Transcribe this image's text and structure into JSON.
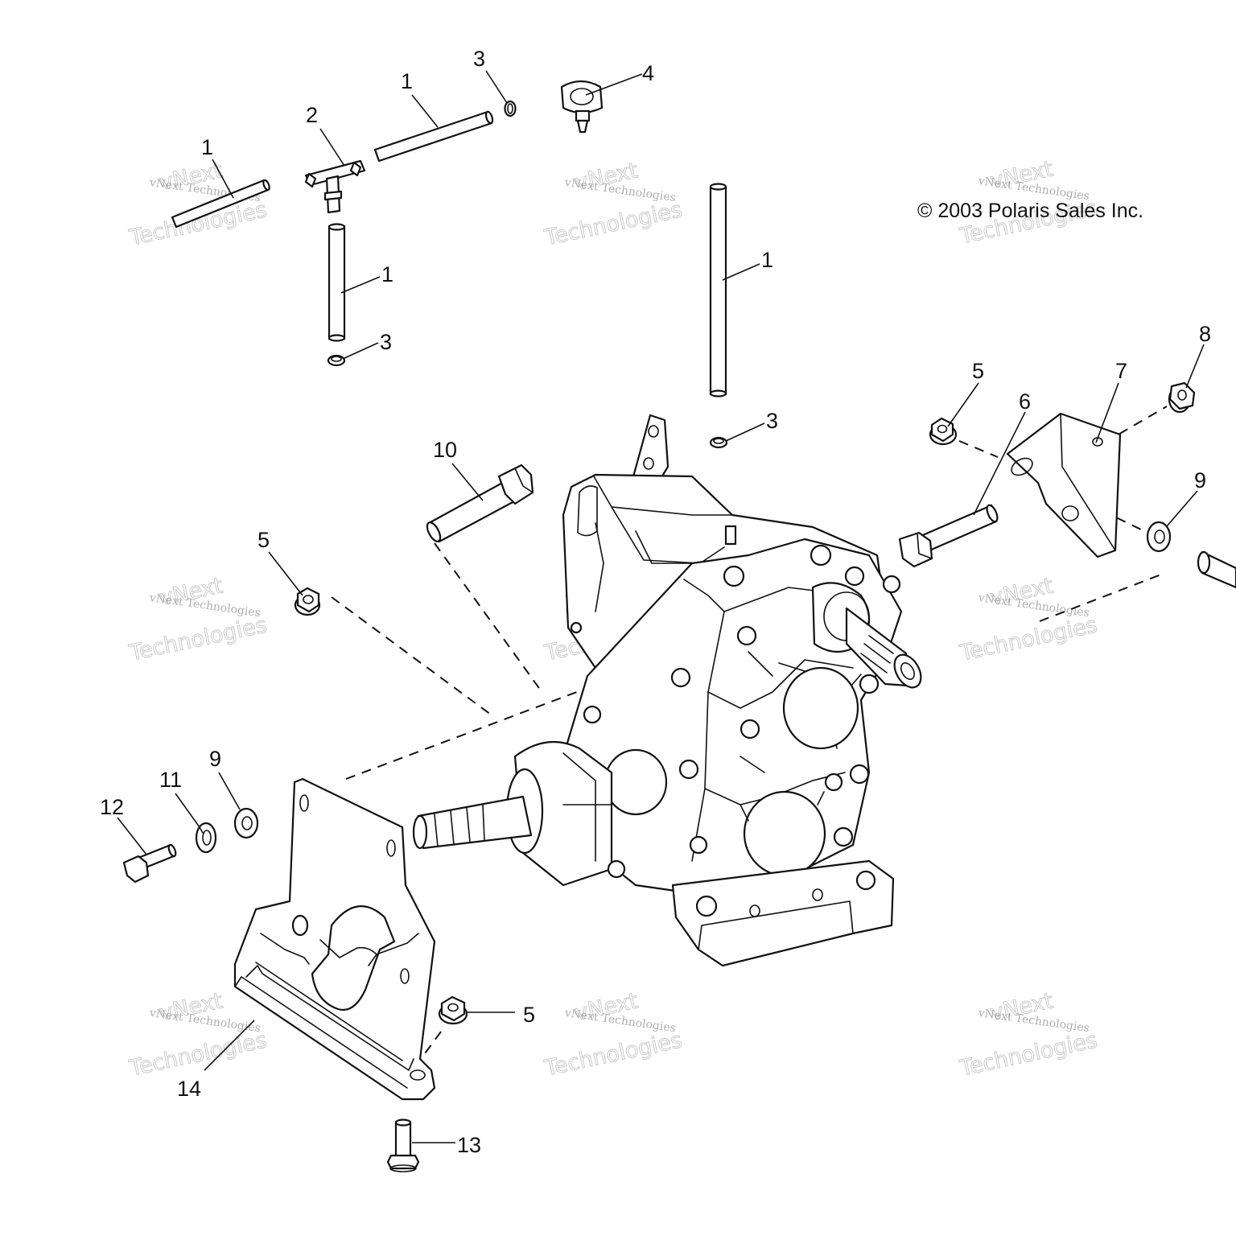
{
  "copyright": "© 2003 Polaris Sales Inc.",
  "watermark": {
    "small": "vNext Technologies",
    "big_top": "vNext",
    "big_bottom": "Technologies"
  },
  "callouts": [
    {
      "id": "c1a",
      "label": "1"
    },
    {
      "id": "c2",
      "label": "2"
    },
    {
      "id": "c1b",
      "label": "1"
    },
    {
      "id": "c3a",
      "label": "3"
    },
    {
      "id": "c4",
      "label": "4"
    },
    {
      "id": "c1c",
      "label": "1"
    },
    {
      "id": "c3b",
      "label": "3"
    },
    {
      "id": "c1d",
      "label": "1"
    },
    {
      "id": "c3c",
      "label": "3"
    },
    {
      "id": "c10",
      "label": "10"
    },
    {
      "id": "c5a",
      "label": "5"
    },
    {
      "id": "c5b",
      "label": "5"
    },
    {
      "id": "c6",
      "label": "6"
    },
    {
      "id": "c7",
      "label": "7"
    },
    {
      "id": "c8",
      "label": "8"
    },
    {
      "id": "c9a",
      "label": "9"
    },
    {
      "id": "c12",
      "label": "12"
    },
    {
      "id": "c11",
      "label": "11"
    },
    {
      "id": "c9b",
      "label": "9"
    },
    {
      "id": "c5c",
      "label": "5"
    },
    {
      "id": "c14",
      "label": "14"
    },
    {
      "id": "c13",
      "label": "13"
    }
  ]
}
